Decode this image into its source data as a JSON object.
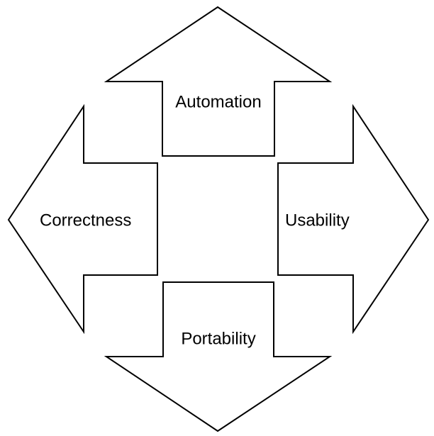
{
  "diagram": {
    "arrows": [
      {
        "direction": "up",
        "label": "Automation"
      },
      {
        "direction": "left",
        "label": "Correctness"
      },
      {
        "direction": "right",
        "label": "Usability"
      },
      {
        "direction": "down",
        "label": "Portability"
      }
    ],
    "colors": {
      "fill": "#ffffff",
      "stroke": "#000000",
      "text": "#000000"
    }
  }
}
